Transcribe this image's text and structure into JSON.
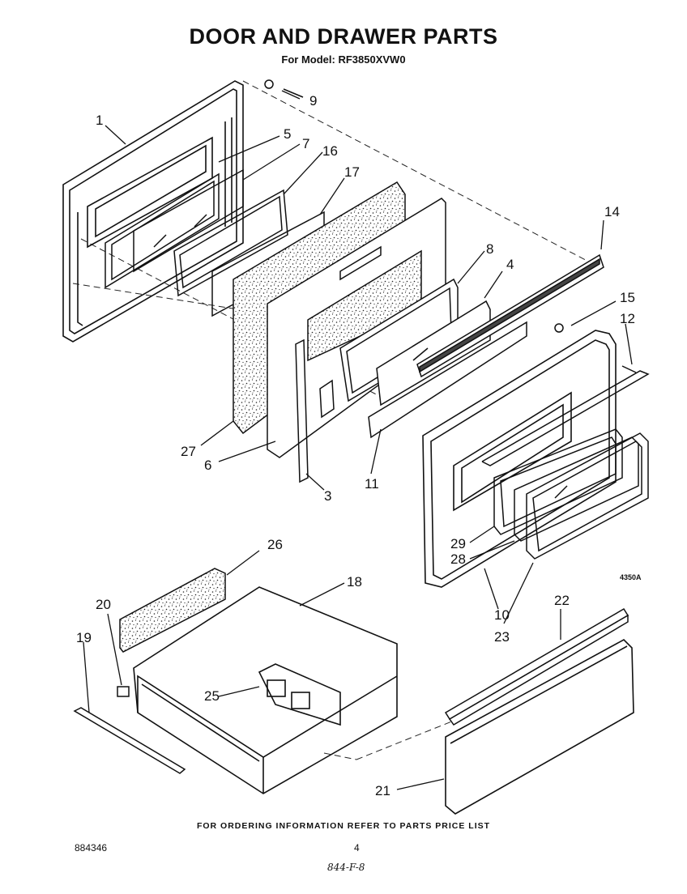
{
  "header": {
    "title": "DOOR AND DRAWER PARTS",
    "subtitle": "For Model: RF3850XVW0"
  },
  "callouts": [
    "1",
    "9",
    "5",
    "7",
    "16",
    "17",
    "14",
    "8",
    "4",
    "15",
    "12",
    "27",
    "6",
    "3",
    "11",
    "29",
    "28",
    "10",
    "23",
    "26",
    "18",
    "20",
    "19",
    "25",
    "22",
    "21"
  ],
  "figure_code": "4350A",
  "footer": {
    "ordering_note": "FOR ORDERING INFORMATION REFER TO PARTS PRICE LIST",
    "document_number": "884346",
    "page_number": "4",
    "handwritten_note": "844-F-8"
  }
}
